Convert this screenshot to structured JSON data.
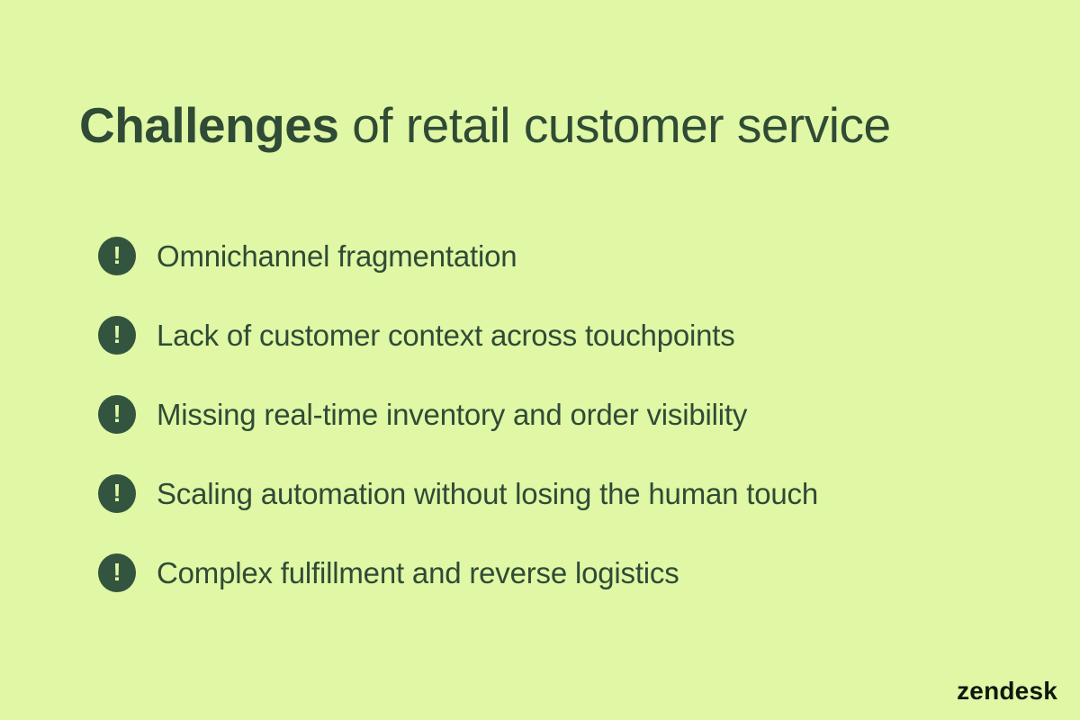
{
  "theme": {
    "background_color": "#e0f7a5",
    "text_color": "#2f4b36",
    "badge_background_color": "#33543e",
    "badge_glyph_color": "#e0f7a5",
    "logo_color": "#10180f"
  },
  "title": {
    "bold": "Challenges",
    "rest": " of retail customer service"
  },
  "icons": {
    "exclamation_glyph": "!"
  },
  "challenges": [
    "Omnichannel fragmentation",
    "Lack of customer context across touchpoints",
    "Missing real-time inventory and order visibility",
    "Scaling automation without losing the human touch",
    "Complex fulfillment and reverse logistics"
  ],
  "footer": {
    "brand": "zendesk"
  }
}
